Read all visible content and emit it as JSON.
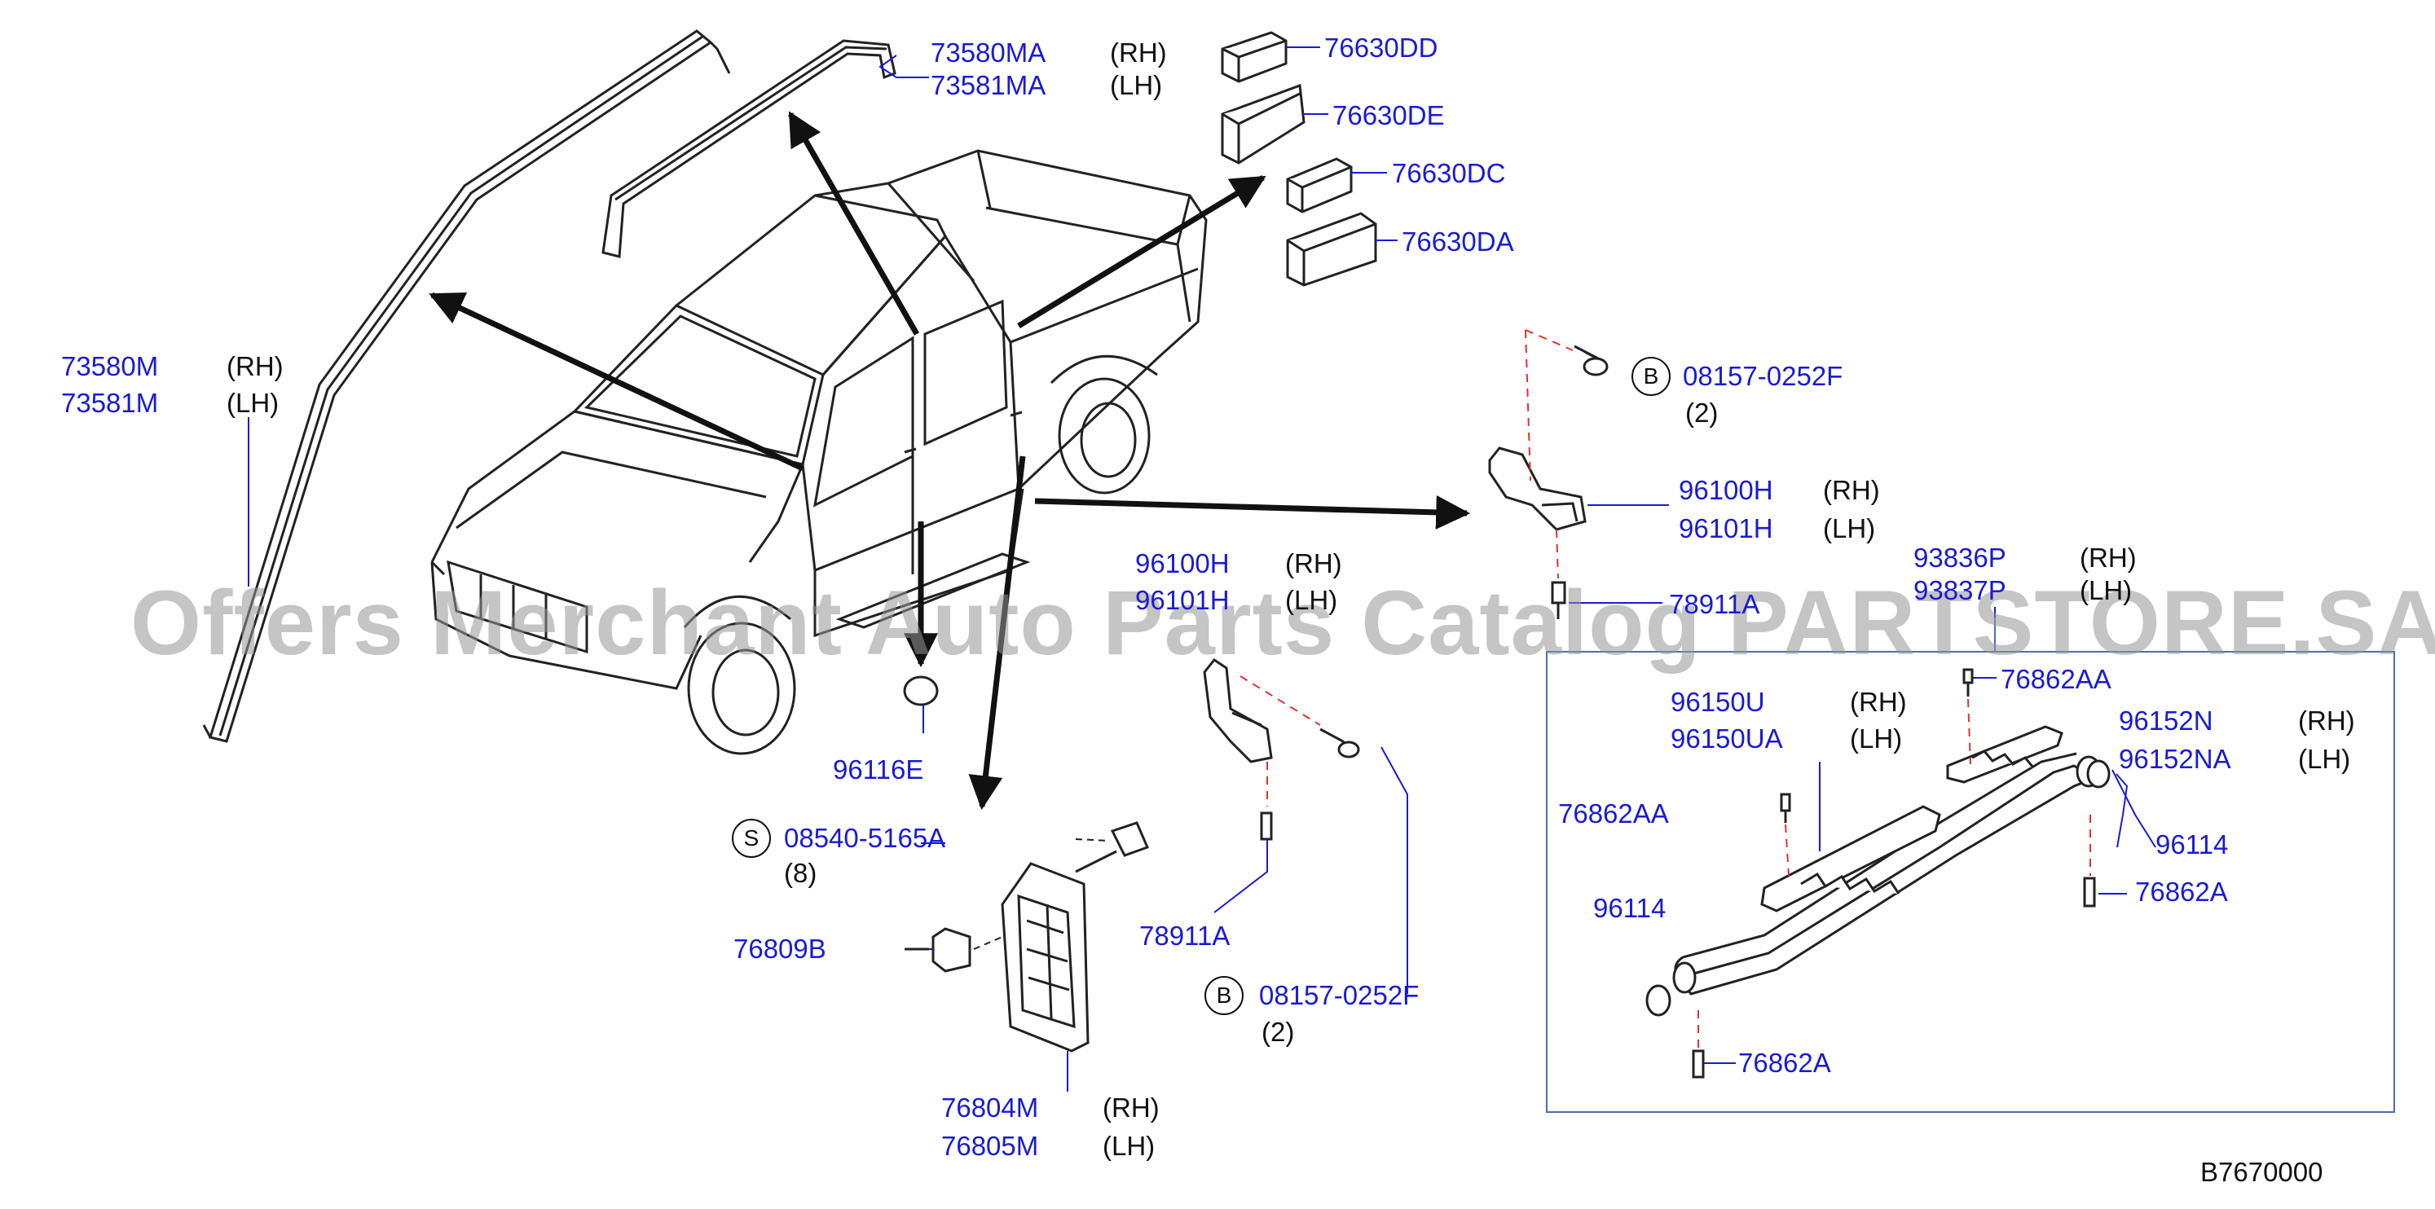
{
  "watermark": "Offers Merchant Auto Parts Catalog PARTSTORE.SA",
  "diagram_code": "B7670000",
  "side": {
    "rh": "(RH)",
    "lh": "(LH)"
  },
  "callouts": {
    "p73580MA": "73580MA",
    "p73581MA": "73581MA",
    "p76630DD": "76630DD",
    "p76630DE": "76630DE",
    "p76630DC": "76630DC",
    "p76630DA": "76630DA",
    "p73580M": "73580M",
    "p73581M": "73581M",
    "p08157_0252F_a": "08157-0252F",
    "qty_b1": "(2)",
    "p96100H_a": "96100H",
    "p96101H_a": "96101H",
    "p96100H_b": "96100H",
    "p96101H_b": "96101H",
    "p78911A_a": "78911A",
    "p93836P": "93836P",
    "p93837P": "93837P",
    "p76862AA_a": "76862AA",
    "p96150U": "96150U",
    "p96150UA": "96150UA",
    "p96152N": "96152N",
    "p96152NA": "96152NA",
    "p96116E": "96116E",
    "p08540_5165A": "08540-5165A",
    "qty_s": "(8)",
    "p76862AA_b": "76862AA",
    "p96114_a": "96114",
    "p96114_b": "96114",
    "p76862A_a": "76862A",
    "p76862A_b": "76862A",
    "p76809B": "76809B",
    "p78911A_b": "78911A",
    "p08157_0252F_b": "08157-0252F",
    "qty_b2": "(2)",
    "p76804M": "76804M",
    "p76805M": "76805M"
  },
  "markers": {
    "b1": "B",
    "b2": "B",
    "s": "S"
  }
}
